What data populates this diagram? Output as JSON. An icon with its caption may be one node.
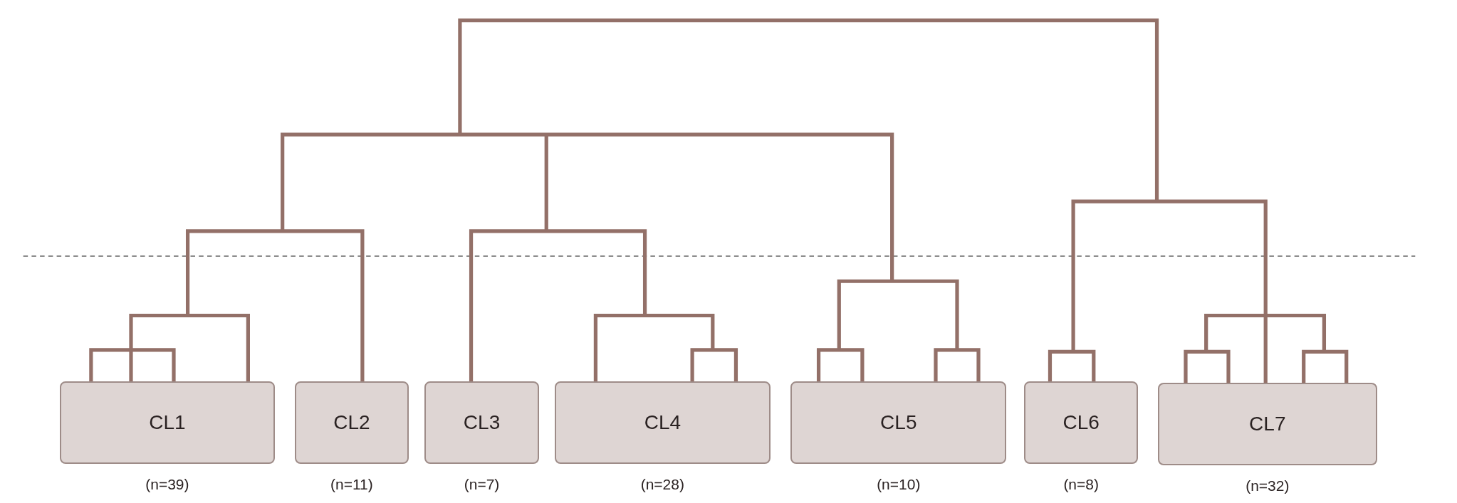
{
  "diagram": {
    "nodes": [
      {
        "text": [
          "CL1"
        ],
        "beside": [
          "(n=39)"
        ]
      },
      {
        "text": [
          "CL2"
        ],
        "beside": [
          "(n=11)"
        ]
      },
      {
        "text": [
          "CL3"
        ],
        "beside": [
          "(n=7)"
        ]
      },
      {
        "text": [
          "CL4"
        ],
        "beside": [
          "(n=28)"
        ]
      },
      {
        "text": [
          "CL5"
        ],
        "beside": [
          "(n=10)"
        ]
      },
      {
        "text": [
          "CL6"
        ],
        "beside": [
          "(n=8)"
        ]
      },
      {
        "text": [
          "CL7"
        ],
        "beside": [
          "(n=32)"
        ]
      }
    ]
  }
}
